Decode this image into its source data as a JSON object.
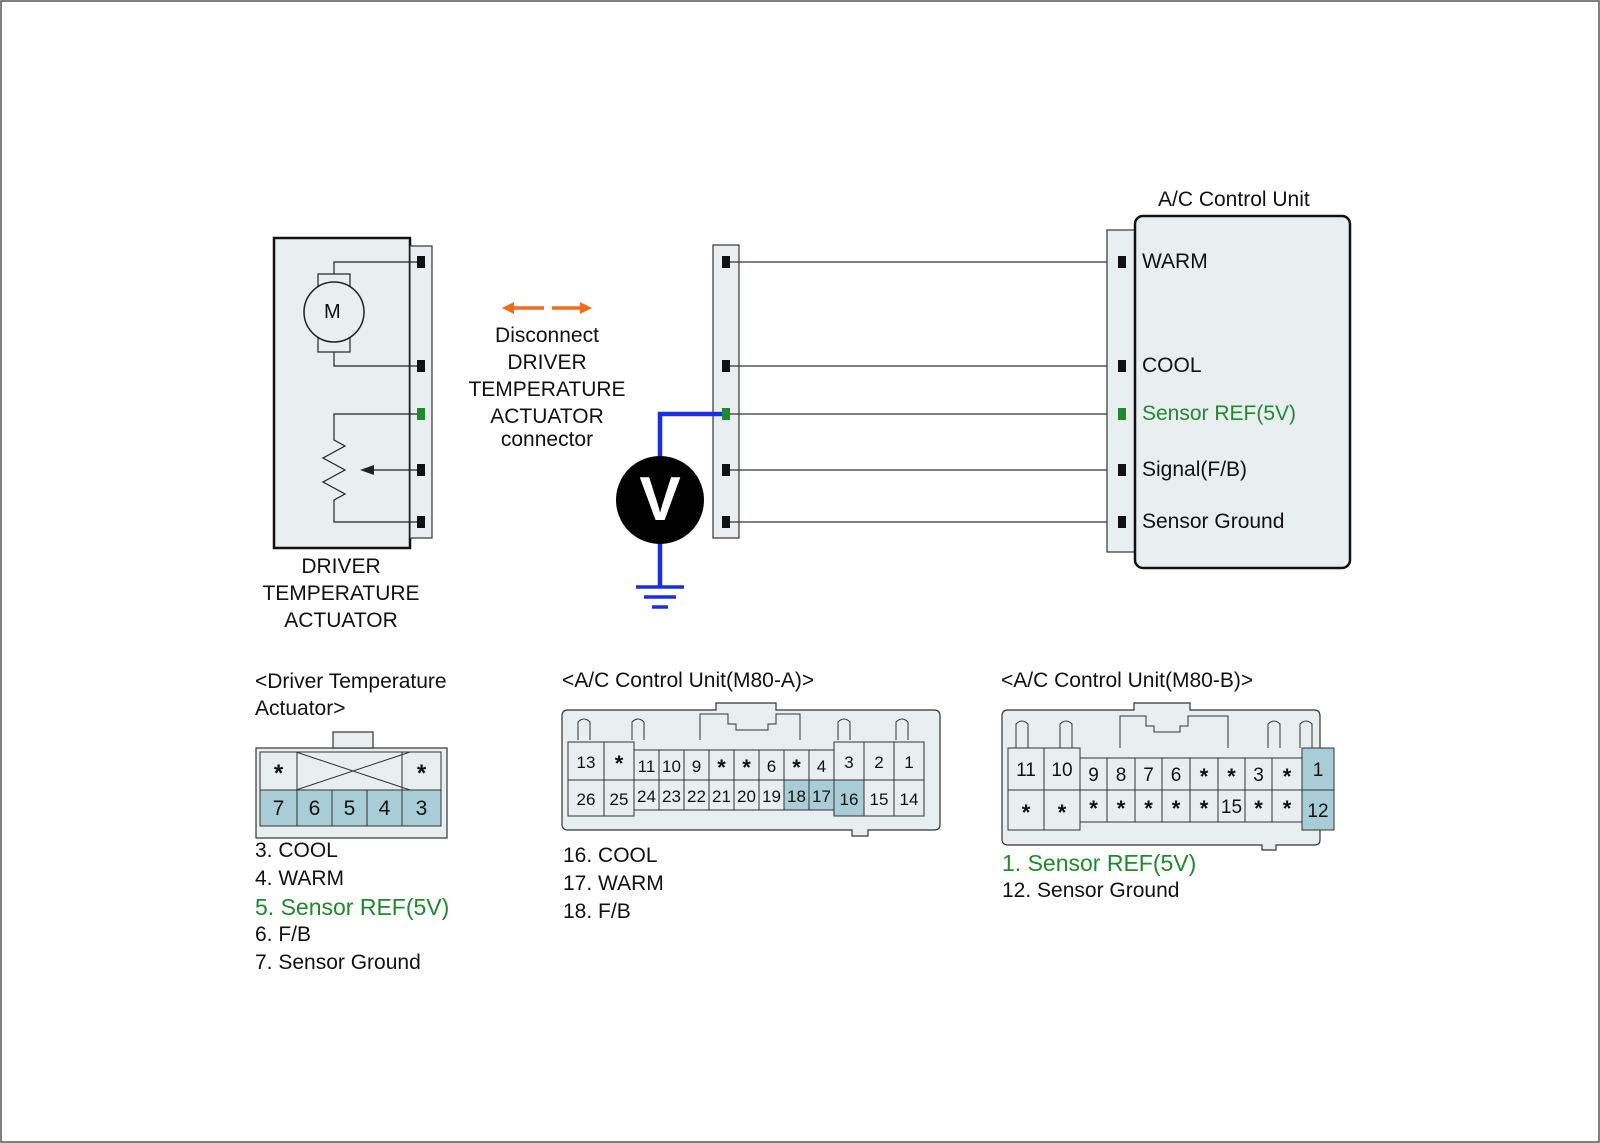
{
  "colors": {
    "connector_fill": "#e9eef0",
    "pin_highlight": "#a9cdd6",
    "green_highlight": "#1e8a2a",
    "meter_wire": "#1a2fe0",
    "disconnect_arrows": "#f26a1b"
  },
  "actuator": {
    "label_lines": [
      "DRIVER",
      "TEMPERATURE",
      "ACTUATOR"
    ],
    "motor_symbol": "M"
  },
  "disconnect_note": {
    "lines": [
      "Disconnect",
      "DRIVER",
      "TEMPERATURE",
      "ACTUATOR",
      "connector"
    ]
  },
  "meter": {
    "symbol": "V"
  },
  "control_unit": {
    "title": "A/C Control Unit",
    "terminals": [
      "WARM",
      "COOL",
      "Sensor REF(5V)",
      "Signal(F/B)",
      "Sensor Ground"
    ]
  },
  "connectors": {
    "actuator": {
      "title_lines": [
        "<Driver Temperature",
        "Actuator>"
      ],
      "top_row": [
        "*",
        "",
        "",
        "",
        "*"
      ],
      "bottom_row": [
        "7",
        "6",
        "5",
        "4",
        "3"
      ],
      "legend": [
        "3. COOL",
        "4. WARM",
        "5. Sensor REF(5V)",
        "6. F/B",
        "7. Sensor Ground"
      ]
    },
    "m80a": {
      "title": "<A/C Control Unit(M80-A)>",
      "top_row": [
        "13",
        "*",
        "11",
        "10",
        "9",
        "*",
        "*",
        "6",
        "*",
        "4",
        "3",
        "2",
        "1"
      ],
      "bottom_row": [
        "26",
        "25",
        "24",
        "23",
        "22",
        "21",
        "20",
        "19",
        "18",
        "17",
        "16",
        "15",
        "14"
      ],
      "legend": [
        "16. COOL",
        "17. WARM",
        "18. F/B"
      ]
    },
    "m80b": {
      "title": "<A/C Control Unit(M80-B)>",
      "top_row": [
        "11",
        "10",
        "9",
        "8",
        "7",
        "6",
        "*",
        "*",
        "3",
        "*",
        "1"
      ],
      "bottom_row": [
        "*",
        "*",
        "*",
        "*",
        "*",
        "*",
        "*",
        "15",
        "*",
        "*",
        "12"
      ],
      "legend": [
        "1. Sensor REF(5V)",
        "12. Sensor Ground"
      ]
    }
  }
}
